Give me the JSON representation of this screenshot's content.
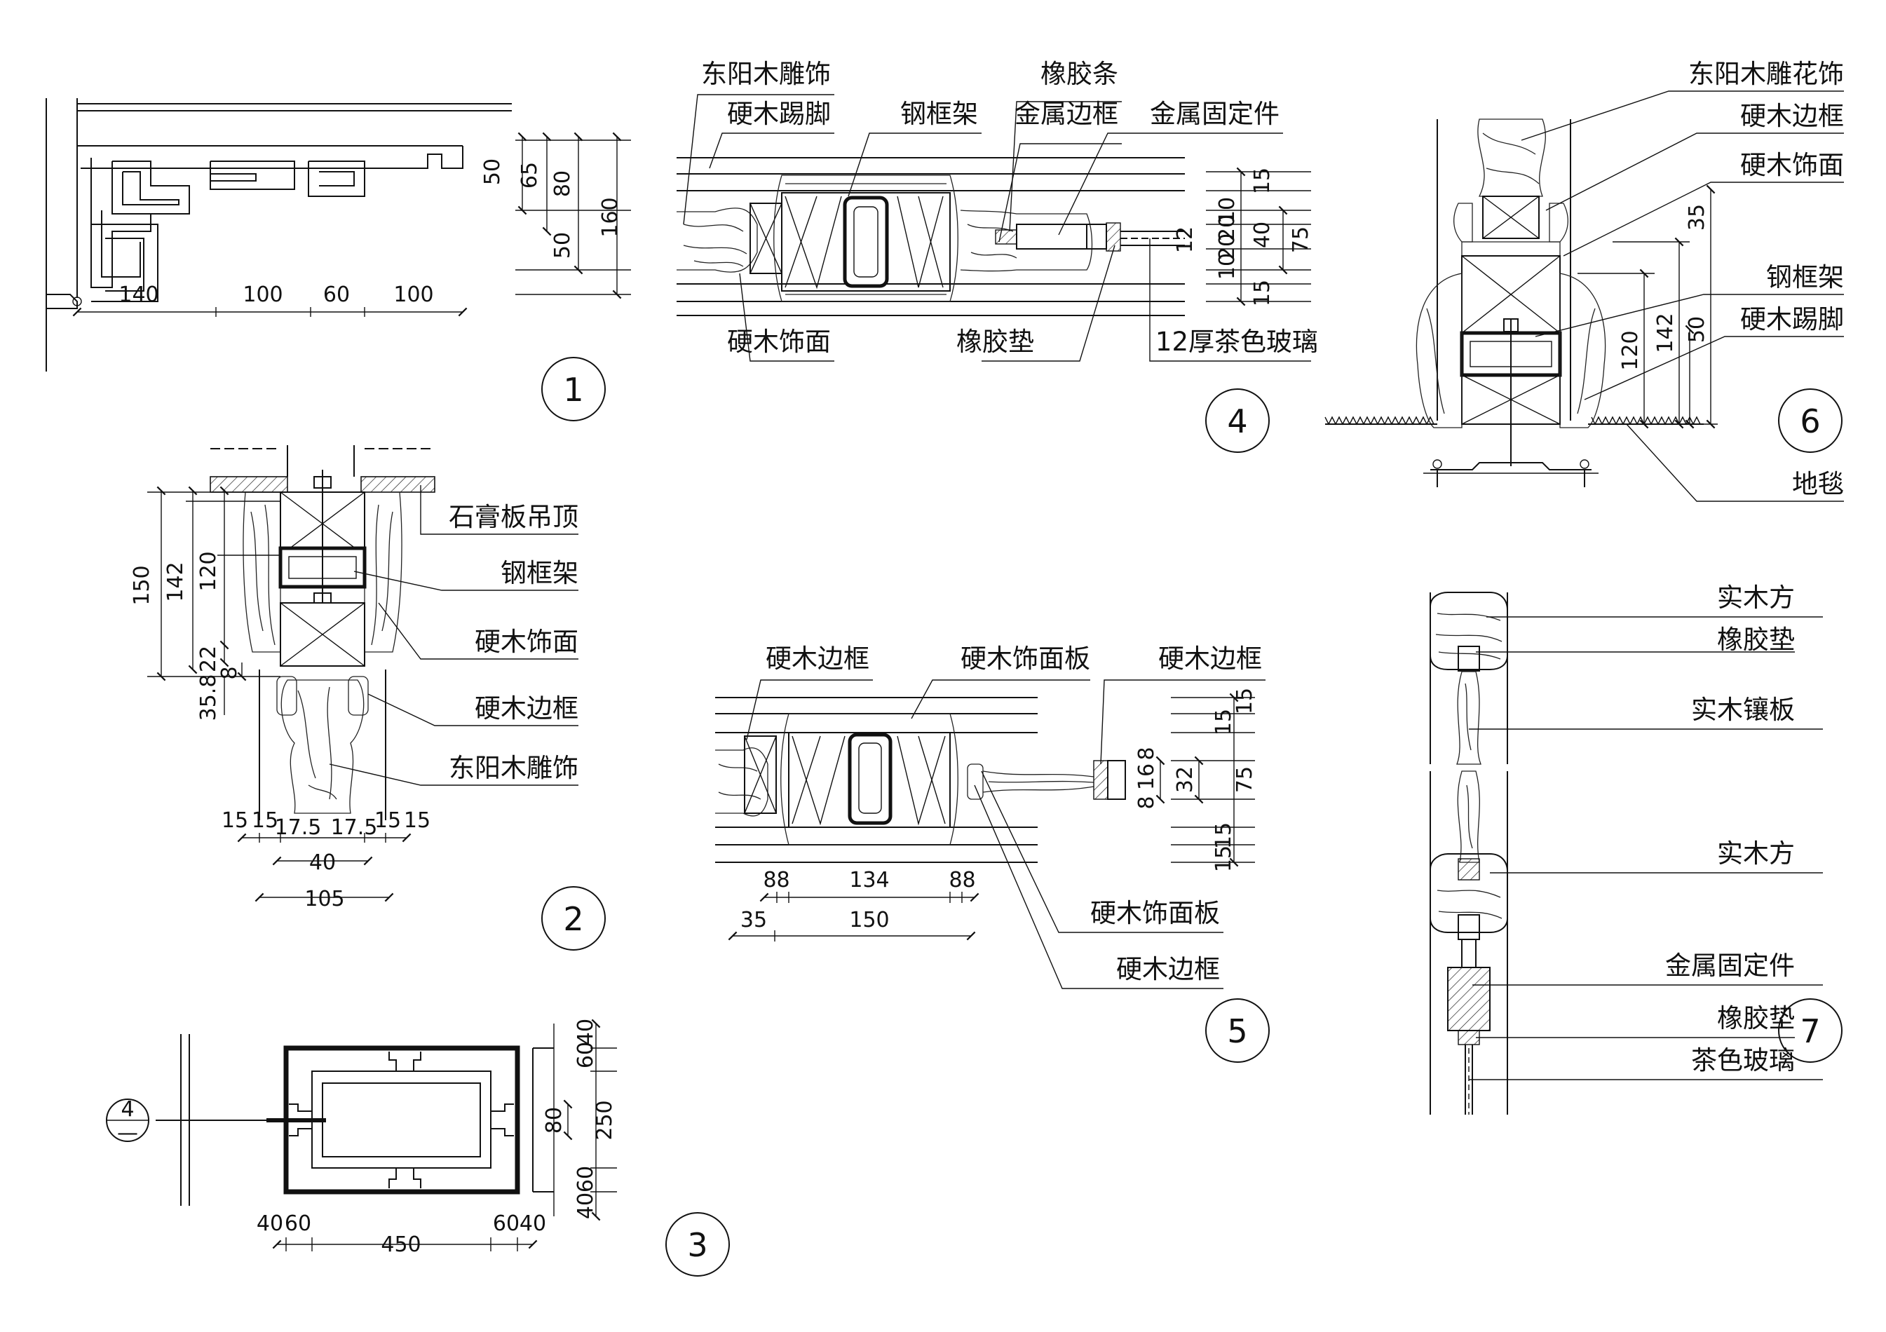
{
  "detail1": {
    "number": "1",
    "dims_h": [
      "140",
      "100",
      "60",
      "100"
    ],
    "dims_v": [
      "50",
      "65",
      "80",
      "50",
      "160"
    ]
  },
  "detail2": {
    "number": "2",
    "labels": [
      "石膏板吊顶",
      "钢框架",
      "硬木饰面",
      "硬木边框",
      "东阳木雕饰"
    ],
    "dims_v": [
      "150",
      "142",
      "120",
      "22",
      "8",
      "35.8"
    ],
    "dims_h_top": [
      "15",
      "15",
      "17.5",
      "17.5",
      "15",
      "15"
    ],
    "dim_40": "40",
    "dim_105": "105"
  },
  "detail3": {
    "number": "3",
    "callout_top": "4",
    "callout_bottom": "—",
    "dims_h": [
      "40",
      "60",
      "450",
      "60",
      "40"
    ],
    "dims_v_top": [
      "60",
      "40"
    ],
    "dim_80": "80",
    "dim_250": "250",
    "dims_v_bottom": [
      "40",
      "60"
    ]
  },
  "detail4": {
    "number": "4",
    "labels_top": [
      "东阳木雕饰",
      "硬木踢脚",
      "钢框架",
      "橡胶条",
      "金属边框",
      "金属固定件"
    ],
    "labels_bottom": [
      "硬木饰面",
      "橡胶垫",
      "12厚茶色玻璃"
    ],
    "dims_v": [
      "15",
      "10",
      "20",
      "40",
      "20",
      "10",
      "15"
    ],
    "dim_75": "75",
    "dim_12": "12"
  },
  "detail5": {
    "number": "5",
    "labels_top": [
      "硬木边框",
      "硬木饰面板",
      "硬木边框"
    ],
    "labels_bottom": [
      "硬木饰面板",
      "硬木边框"
    ],
    "dims_v": [
      "15",
      "15",
      "8",
      "16",
      "8",
      "15",
      "15"
    ],
    "dim_32": "32",
    "dim_75": "75",
    "dims_h_top": [
      "8",
      "8",
      "134",
      "8",
      "8"
    ],
    "dims_h_bottom": [
      "35",
      "150"
    ]
  },
  "detail6": {
    "number": "6",
    "labels": [
      "东阳木雕花饰",
      "硬木边框",
      "硬木饰面",
      "钢框架",
      "硬木踢脚",
      "地毯"
    ],
    "dims_v": [
      "35",
      "120",
      "142",
      "50"
    ]
  },
  "detail7": {
    "number": "7",
    "labels": [
      "实木方",
      "橡胶垫",
      "实木镶板",
      "实木方",
      "金属固定件",
      "橡胶垫",
      "茶色玻璃"
    ]
  }
}
